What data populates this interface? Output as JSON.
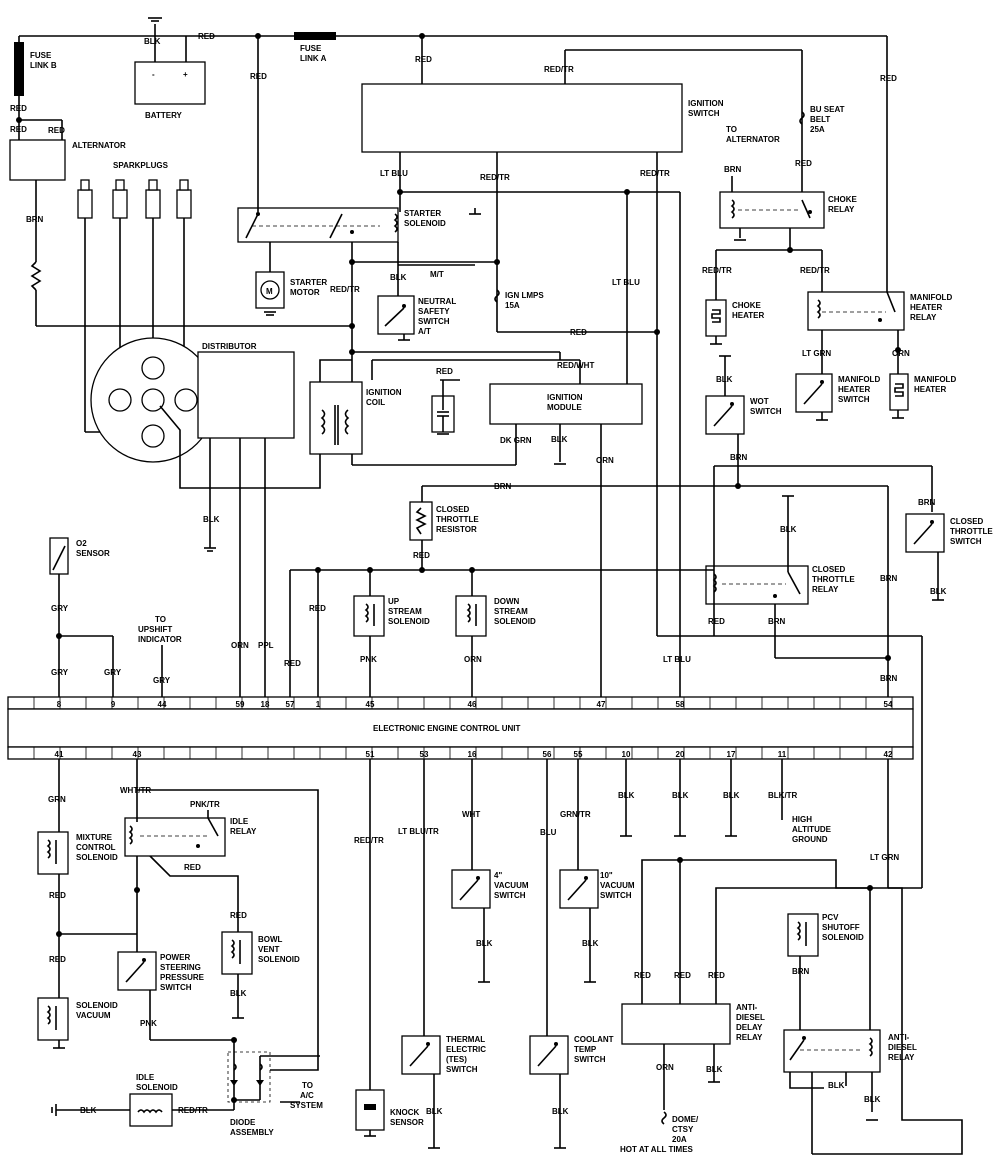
{
  "components": {
    "fuse_link_b": [
      "FUSE",
      "LINK B"
    ],
    "fuse_link_a": [
      "FUSE",
      "LINK A"
    ],
    "battery": "BATTERY",
    "battery_minus": "-",
    "battery_plus": "+",
    "alternator": "ALTERNATOR",
    "sparkplugs": "SPARKPLUGS",
    "ignition_switch": [
      "IGNITION",
      "SWITCH"
    ],
    "to_alternator": [
      "TO",
      "ALTERNATOR"
    ],
    "bu_seat_belt": [
      "BU SEAT",
      "BELT",
      "25A"
    ],
    "choke_relay": [
      "CHOKE",
      "RELAY"
    ],
    "starter_solenoid": [
      "STARTER",
      "SOLENOID"
    ],
    "starter_motor": [
      "STARTER",
      "MOTOR"
    ],
    "mt": "M/T",
    "neutral_safety": [
      "NEUTRAL",
      "SAFETY",
      "SWITCH",
      "A/T"
    ],
    "ign_lmps": [
      "IGN LMPS",
      "15A"
    ],
    "choke_heater": [
      "CHOKE",
      "HEATER"
    ],
    "manifold_heater_relay": [
      "MANIFOLD",
      "HEATER",
      "RELAY"
    ],
    "distributor": "DISTRIBUTOR",
    "ignition_coil": [
      "IGNITION",
      "COIL"
    ],
    "ignition_module": [
      "IGNITION",
      "MODULE"
    ],
    "manifold_heater_switch": [
      "MANIFOLD",
      "HEATER",
      "SWITCH"
    ],
    "manifold_heater": [
      "MANIFOLD",
      "HEATER"
    ],
    "wot_switch": [
      "WOT",
      "SWITCH"
    ],
    "closed_throttle_resistor": [
      "CLOSED",
      "THROTTLE",
      "RESISTOR"
    ],
    "closed_throttle_switch": [
      "CLOSED",
      "THROTTLE",
      "SWITCH"
    ],
    "o2_sensor": [
      "O2",
      "SENSOR"
    ],
    "closed_throttle_relay": [
      "CLOSED",
      "THROTTLE",
      "RELAY"
    ],
    "to_upshift": [
      "TO",
      "UPSHIFT",
      "INDICATOR"
    ],
    "up_stream": [
      "UP",
      "STREAM",
      "SOLENOID"
    ],
    "down_stream": [
      "DOWN",
      "STREAM",
      "SOLENOID"
    ],
    "ecu": "ELECTRONIC ENGINE CONTROL UNIT",
    "mixture_control": [
      "MIXTURE",
      "CONTROL",
      "SOLENOID"
    ],
    "idle_relay": [
      "IDLE",
      "RELAY"
    ],
    "high_altitude": [
      "HIGH",
      "ALTITUDE",
      "GROUND"
    ],
    "vac4": [
      "4\"",
      "VACUUM",
      "SWITCH"
    ],
    "vac10": [
      "10\"",
      "VACUUM",
      "SWITCH"
    ],
    "bowl_vent": [
      "BOWL",
      "VENT",
      "SOLENOID"
    ],
    "pcv": [
      "PCV",
      "SHUTOFF",
      "SOLENOID"
    ],
    "power_steering": [
      "POWER",
      "STEERING",
      "PRESSURE",
      "SWITCH"
    ],
    "solenoid_vacuum": [
      "SOLENOID",
      "VACUUM"
    ],
    "anti_diesel_delay": [
      "ANTI-",
      "DIESEL",
      "DELAY",
      "RELAY"
    ],
    "thermal_electric": [
      "THERMAL",
      "ELECTRIC",
      "(TES)",
      "SWITCH"
    ],
    "coolant_temp": [
      "COOLANT",
      "TEMP",
      "SWITCH"
    ],
    "anti_diesel_relay": [
      "ANTI-",
      "DIESEL",
      "RELAY"
    ],
    "idle_solenoid": [
      "IDLE",
      "SOLENOID"
    ],
    "to_ac": [
      "TO",
      "A/C",
      "SYSTEM"
    ],
    "knock_sensor": [
      "KNOCK",
      "SENSOR"
    ],
    "diode_assembly": [
      "DIODE",
      "ASSEMBLY"
    ],
    "dome_ctsy": [
      "DOME/",
      "CTSY",
      "20A",
      "HOT AT ALL TIMES"
    ]
  },
  "ecu_top_pins": [
    "8",
    "9",
    "44",
    "59",
    "18",
    "57",
    "1",
    "45",
    "46",
    "47",
    "58",
    "54"
  ],
  "ecu_bottom_pins": [
    "41",
    "43",
    "51",
    "53",
    "16",
    "56",
    "55",
    "10",
    "20",
    "17",
    "11",
    "42"
  ],
  "wire_labels": {
    "blk": "BLK",
    "red": "RED",
    "brn": "BRN",
    "gry": "GRY",
    "orn": "ORN",
    "ppl": "PPL",
    "pnk": "PNK",
    "wht": "WHT",
    "blu": "BLU",
    "red_tr": "RED/TR",
    "lt_blu": "LT BLU",
    "red_wht": "RED/WHT",
    "dk_grn": "DK GRN",
    "lt_grn": "LT GRN",
    "wht_tr": "WHT/TR",
    "pnk_tr": "PNK/TR",
    "grn": "GRN",
    "lt_blu_tr": "LT BLU/TR",
    "grn_tr": "GRN/TR",
    "blk_tr": "BLK/TR"
  }
}
